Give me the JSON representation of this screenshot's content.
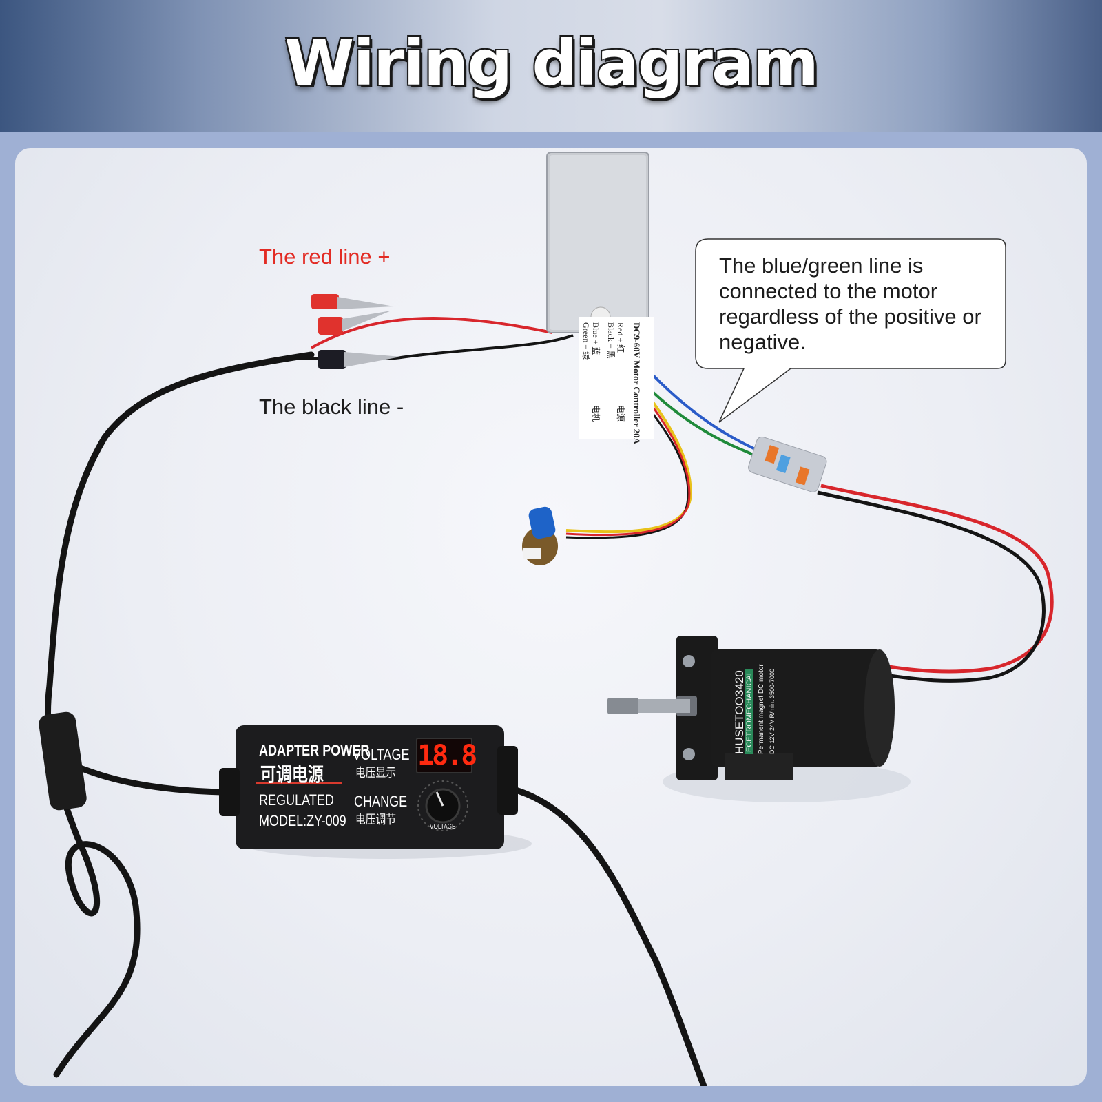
{
  "header": {
    "title": "Wiring diagram"
  },
  "labels": {
    "red_line": "The red line +",
    "black_line": "The black line -"
  },
  "callout": {
    "text": "The blue/green line is connected to the motor regardless of the positive or negative."
  },
  "controller": {
    "title": "DC9-60V Motor Controller 20A",
    "red": "Red + 红",
    "black": "Black − 黑",
    "blue": "Blue + 蓝",
    "green": "Green − 绿",
    "power": "电源",
    "motor": "电机"
  },
  "adapter": {
    "line1": "ADAPTER POWER",
    "line2": "可调电源",
    "line3": "REGULATED",
    "line4": "MODEL:ZY-009",
    "voltage": "VOLTAGE",
    "voltage_cn": "电压显示",
    "change": "CHANGE",
    "change_cn": "电压调节",
    "knob_label": "VOLTAGE",
    "display": "18.8"
  },
  "motor": {
    "brand": "HUSETOO",
    "model": "3420",
    "type": "ECETROMECHANICAL",
    "desc": "Permanent magnet DC motor",
    "spec": "DC 12V 24V   R/min: 3500-7000"
  },
  "colors": {
    "red_wire": "#d8262c",
    "black_wire": "#141414",
    "blue_wire": "#2a5bc8",
    "green_wire": "#1f8a3a",
    "yellow_wire": "#e8c21a"
  }
}
